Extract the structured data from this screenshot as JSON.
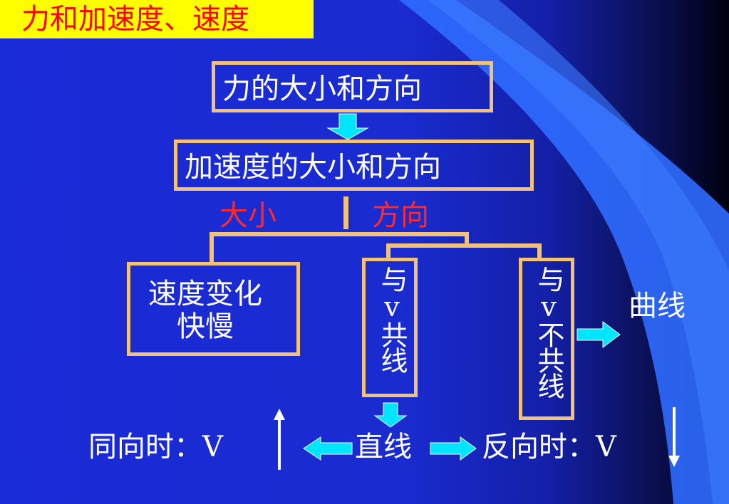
{
  "title": "力和加速度、速度",
  "nodes": {
    "force": "力的大小和方向",
    "accel": "加速度的大小和方向",
    "speed_change": [
      "速度变化",
      "快慢"
    ],
    "collinear": "与v共线",
    "not_collinear": "与v不共线",
    "curve": "曲线",
    "straight": "直线"
  },
  "labels": {
    "magnitude": "大小",
    "direction": "方向",
    "same_direction": "同向时：V",
    "opposite_direction": "反向时：V"
  },
  "colors": {
    "box_border": "#f3c27a",
    "arrow_cyan": "#00e5ff",
    "label_red": "#ff2a2a",
    "title_bg": "#ffff00",
    "title_text": "#ff0000"
  }
}
